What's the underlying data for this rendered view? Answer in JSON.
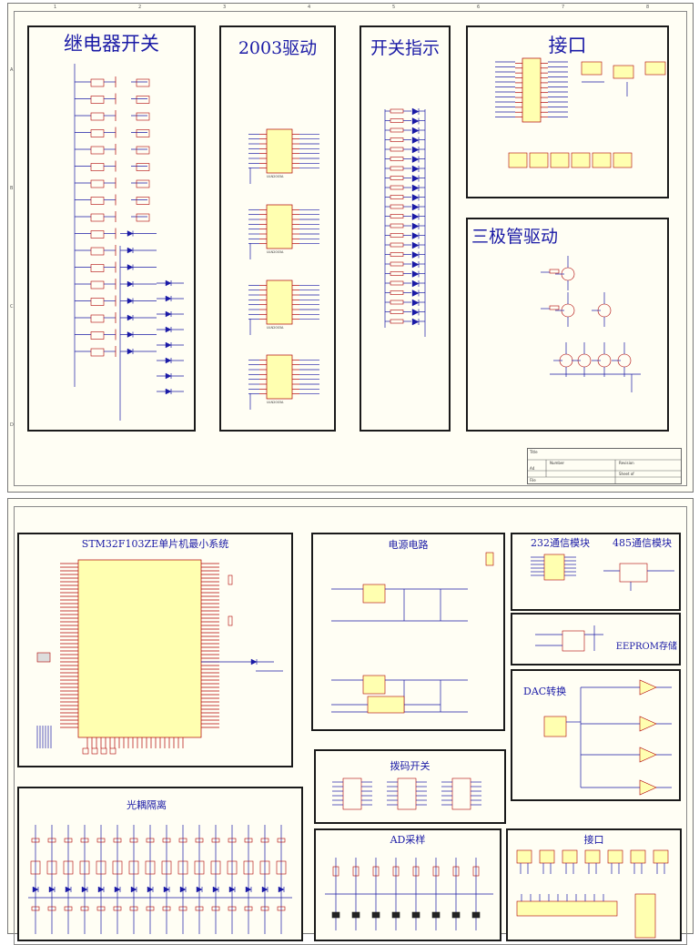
{
  "sheet1": {
    "blocks": [
      {
        "id": "relay",
        "title": "继电器开关"
      },
      {
        "id": "d2003",
        "title": "2003驱动"
      },
      {
        "id": "ind",
        "title": "开关指示"
      },
      {
        "id": "iface",
        "title": "接口"
      },
      {
        "id": "tri",
        "title": "三极管驱动"
      }
    ],
    "col_marks": [
      "1",
      "2",
      "3",
      "4",
      "5",
      "6",
      "7",
      "8"
    ],
    "row_marks": [
      "A",
      "B",
      "C",
      "D"
    ],
    "chip_label": "ULN2003A",
    "title_block": {
      "size": "A4",
      "title": "Title",
      "number": "Number",
      "revision": "Revision",
      "sheet": "Sheet of",
      "file": "File"
    }
  },
  "sheet2": {
    "blocks": [
      {
        "id": "mcu",
        "title": "STM32F103ZE单片机最小系统"
      },
      {
        "id": "power",
        "title": "电源电路"
      },
      {
        "id": "c232",
        "title": "232通信模块"
      },
      {
        "id": "c485",
        "title": "485通信模块"
      },
      {
        "id": "eeprom",
        "title": "EEPROM存储"
      },
      {
        "id": "dac",
        "title": "DAC转换"
      },
      {
        "id": "dip",
        "title": "拨码开关"
      },
      {
        "id": "opto",
        "title": "光耦隔离"
      },
      {
        "id": "adc",
        "title": "AD采样"
      },
      {
        "id": "iface2",
        "title": "接口"
      }
    ]
  },
  "colors": {
    "wire": "#1a1aa6",
    "component": "#b00000",
    "chip_fill": "#ffffb0",
    "pin_text": "#b00000",
    "frame": "#1a1a1a"
  }
}
